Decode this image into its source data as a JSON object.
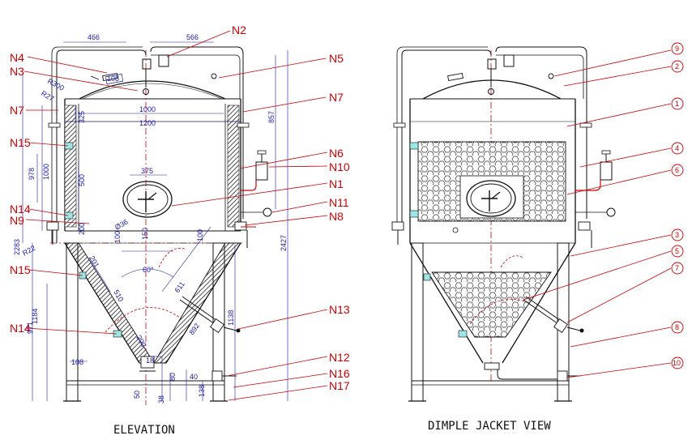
{
  "captions": {
    "elevation": "ELEVATION",
    "dimple": "DIMPLE JACKET VIEW"
  },
  "nozzle_labels": {
    "n2": "N2",
    "n4": "N4",
    "n3": "N3",
    "n5": "N5",
    "n7_left": "N7",
    "n7_right": "N7",
    "n15_top": "N15",
    "n6": "N6",
    "n10": "N10",
    "n1": "N1",
    "n14_top": "N14",
    "n11": "N11",
    "n9": "N9",
    "n8": "N8",
    "n15_bottom": "N15",
    "n14_bottom": "N14",
    "n13": "N13",
    "n12": "N12",
    "n16": "N16",
    "n17": "N17"
  },
  "dimensions": {
    "d466": "466",
    "d566": "566",
    "d108_top": "108",
    "r300": "R300",
    "r27": "R27",
    "d1000": "1000",
    "d1200": "1200",
    "d325": "325",
    "d857": "857",
    "d978": "978",
    "d1000_v": "1000",
    "d500": "500",
    "d375": "375",
    "d2283": "2283",
    "d2427": "2427",
    "d200_a": "200",
    "d100_a": "100",
    "d150": "150",
    "d100_b": "100",
    "phi36": "Ø36",
    "r22": "R22",
    "d60deg": "60°",
    "d201": "201",
    "d510": "510",
    "d611": "611",
    "d892": "892",
    "d200_b": "200",
    "d1184": "1184",
    "d971": "971",
    "d1138": "1138",
    "d108_bottom": "108",
    "d50": "50",
    "d38": "38",
    "d80": "80",
    "d138": "138",
    "d40": "40",
    "d18": "18"
  },
  "callouts": [
    "9",
    "2",
    "1",
    "4",
    "6",
    "3",
    "5",
    "7",
    "8",
    "10"
  ]
}
